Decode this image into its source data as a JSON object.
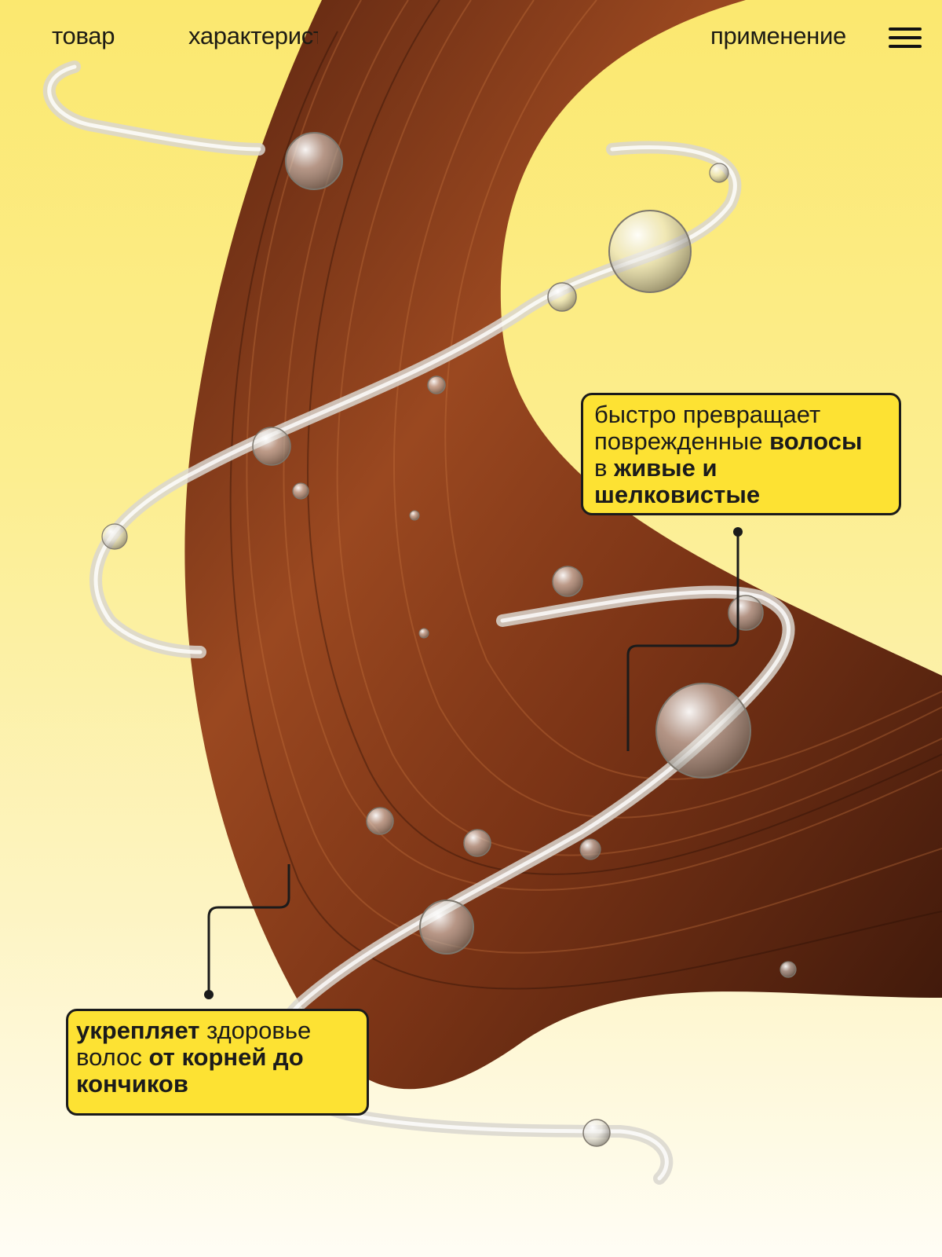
{
  "nav": {
    "items": [
      "товар",
      "характеристики",
      "применение"
    ],
    "menu_icon": "hamburger-menu-icon"
  },
  "callout_top": {
    "line1": "быстро превращает",
    "line2_normal": "поврежденные ",
    "line2_bold": "волосы",
    "line3_normal": "в ",
    "line3_bold": "живые и",
    "line4_bold": "шелковистые"
  },
  "callout_bottom": {
    "line1_bold": "укрепляет",
    "line1_normal": " здоровье",
    "line2_normal": "волос ",
    "line2_bold": "от корней до",
    "line3_bold": "кончиков"
  },
  "colors": {
    "background_top": "#fbe86f",
    "background_bottom": "#fffdf5",
    "callout_fill": "#fde233",
    "hair": "#8a3c1a"
  }
}
